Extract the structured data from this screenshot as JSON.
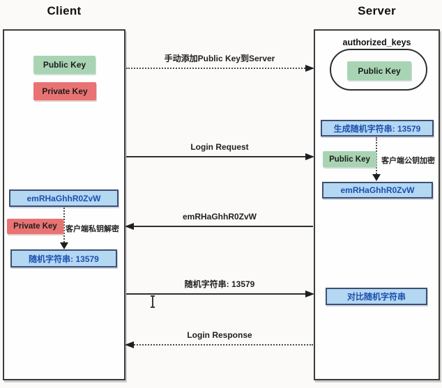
{
  "client": {
    "title": "Client",
    "public_key": "Public Key",
    "private_key": "Private Key",
    "encrypted_string": "emRHaGhhR0ZvW",
    "private_key_2": "Private Key",
    "decrypt_note": "客户端私钥解密",
    "random_string": "随机字符串: 13579"
  },
  "server": {
    "title": "Server",
    "authorized_keys": "authorized_keys",
    "stored_public_key": "Public Key",
    "generate_random": "生成随机字符串: 13579",
    "public_key": "Public Key",
    "encrypt_note": "客户端公钥加密",
    "encrypted_string": "emRHaGhhR0ZvW",
    "compare_random": "对比随机字符串"
  },
  "messages": [
    {
      "label": "手动添加Public Key到Server",
      "line": "dotted",
      "direction": "right"
    },
    {
      "label": "Login Request",
      "line": "solid",
      "direction": "right"
    },
    {
      "label": "emRHaGhhR0ZvW",
      "line": "solid",
      "direction": "left"
    },
    {
      "label": "随机字符串: 13579",
      "line": "solid",
      "direction": "right"
    },
    {
      "label": "Login Response",
      "line": "dotted",
      "direction": "left"
    }
  ],
  "colors": {
    "public_key_green": "#a9d4b4",
    "private_key_red": "#e97373",
    "data_box_blue_fill": "#b4d7f2",
    "data_box_blue_border": "#3d4f72",
    "data_box_blue_text": "#1d4fae",
    "actor_box_border": "#3c3c3c",
    "arrow_color": "#2e2e2e"
  }
}
